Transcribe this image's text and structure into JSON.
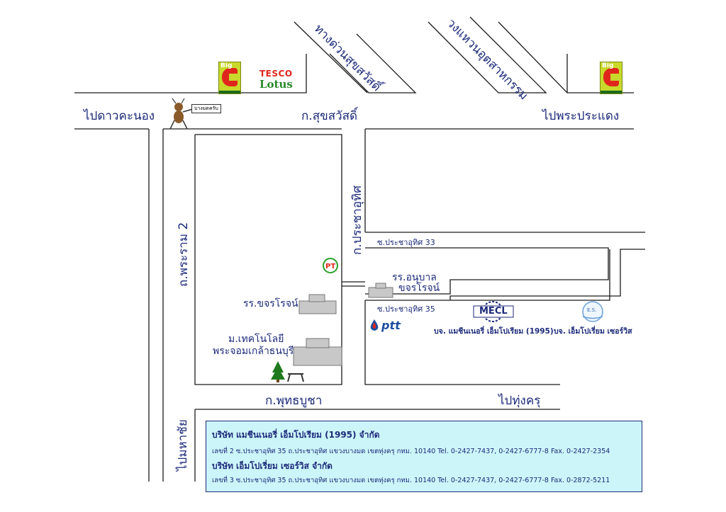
{
  "roads": {
    "top_left": "ไปดาวคะนอง",
    "top_center": "ก.สุขสวัสดิ์",
    "top_right": "ไปพระประแดง",
    "expressway": "ทางด่วนสุขสวัสดิ์",
    "ring_road": "วงแหวนอุตสาหกรรม",
    "rama2": "ถ.พระราม 2",
    "pracha_uthit": "ก.ประชาอุทิศ",
    "soi33": "ซ.ประชาอุทิศ 33",
    "soi35": "ซ.ประชาอุทิศ 35",
    "phutthabucha": "ก.พุทธบูชา",
    "to_thungkhru": "ไปทุ่งครุ",
    "to_mahachai": "ไปมหาชัย"
  },
  "landmarks": {
    "tesco_top": "TESCO",
    "tesco_bottom": "Lotus",
    "bigc": "Big",
    "ant_sign": "บางมดครับ",
    "kindergarten_line1": "รร.อนุบาล",
    "kindergarten_line2": "ขจรโรจน์",
    "school": "รร.ขจรโรจน์",
    "university_line1": "ม.เทคโนโลยี",
    "university_line2": "พระจอมเกล้าธนบุรี",
    "pt_logo": "PT",
    "ptt_logo": "ptt",
    "mecl_logo": "MECL",
    "es_logo": "E.S.",
    "mecl_label": "บจ. แมชีนเนอรี่ เอ็มโปเรียม (1995)",
    "es_label": "บจ. เอ็มโปเรี่ยม เซอร์วิส"
  },
  "info": {
    "company1_name": "บริษัท แมชีนเนอรี่ เอ็มโปเรียม (1995) จำกัด",
    "company1_addr": "เลขที่ 2 ซ.ประชาอุทิศ 35 ถ.ประชาอุทิศ แขวงบางมด เขตทุ่งครุ กทม. 10140  Tel. 0-2427-7437, 0-2427-6777-8  Fax. 0-2427-2354",
    "company2_name": "บริษัท เอ็มโปเรี่ยม เซอร์วิส จำกัด",
    "company2_addr": "เลขที่ 3 ซ.ประชาอุทิศ 35 ถ.ประชาอุทิศ แขวงบางมด เขตทุ่งครุ กทม. 10140  Tel. 0-2427-7437, 0-2427-6777-8  Fax. 0-2872-5211"
  },
  "colors": {
    "road_line": "#1a1a1a",
    "text": "#1d2a7a",
    "box_bg": "#ccf5f9",
    "bigc_green": "#c8d92b",
    "bigc_red": "#e0261c"
  }
}
